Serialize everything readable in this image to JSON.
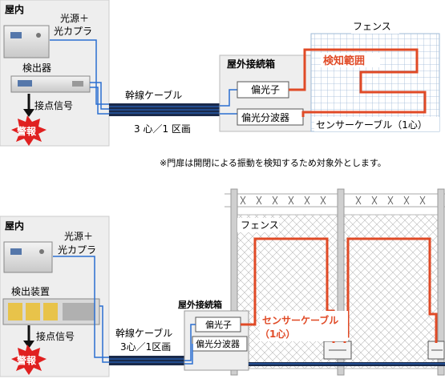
{
  "top": {
    "indoor_label": "屋内",
    "light_source_label_1": "光源＋",
    "light_source_label_2": "光カプラ",
    "detector_label": "検出器",
    "contact_signal_label": "接点信号",
    "alarm_label": "警報",
    "trunk_cable_label": "幹線ケーブル",
    "trunk_cable_spec": "3 心／1 区画",
    "outdoor_box_label": "屋外接続箱",
    "polarizer_label": "偏光子",
    "splitter_label": "偏光分波器",
    "fence_label": "フェンス",
    "detection_range_label": "検知範囲",
    "sensor_cable_label": "センサーケーブル（1心）",
    "note": "※門扉は開閉による振動を検知するため対象外とします。"
  },
  "bottom": {
    "indoor_label": "屋内",
    "light_source_label_1": "光源＋",
    "light_source_label_2": "光カプラ",
    "detector_label": "検出装置",
    "contact_signal_label": "接点信号",
    "alarm_label": "警報",
    "trunk_cable_label": "幹線ケーブル",
    "trunk_cable_spec": "3心／1区画",
    "outdoor_box_label": "屋外接続箱",
    "polarizer_label": "偏光子",
    "splitter_label": "偏光分波器",
    "fence_label": "フェンス",
    "sensor_cable_label_1": "センサーケーブル",
    "sensor_cable_label_2": "（1心）"
  },
  "colors": {
    "sensor_red": "#e04a26",
    "fiber_blue": "#2a6fd1",
    "trunk_dark": "#1a2a4a",
    "indoor_bg": "#eeeeee",
    "grid_blue": "#9db8d6",
    "alarm_red": "#e02020"
  }
}
